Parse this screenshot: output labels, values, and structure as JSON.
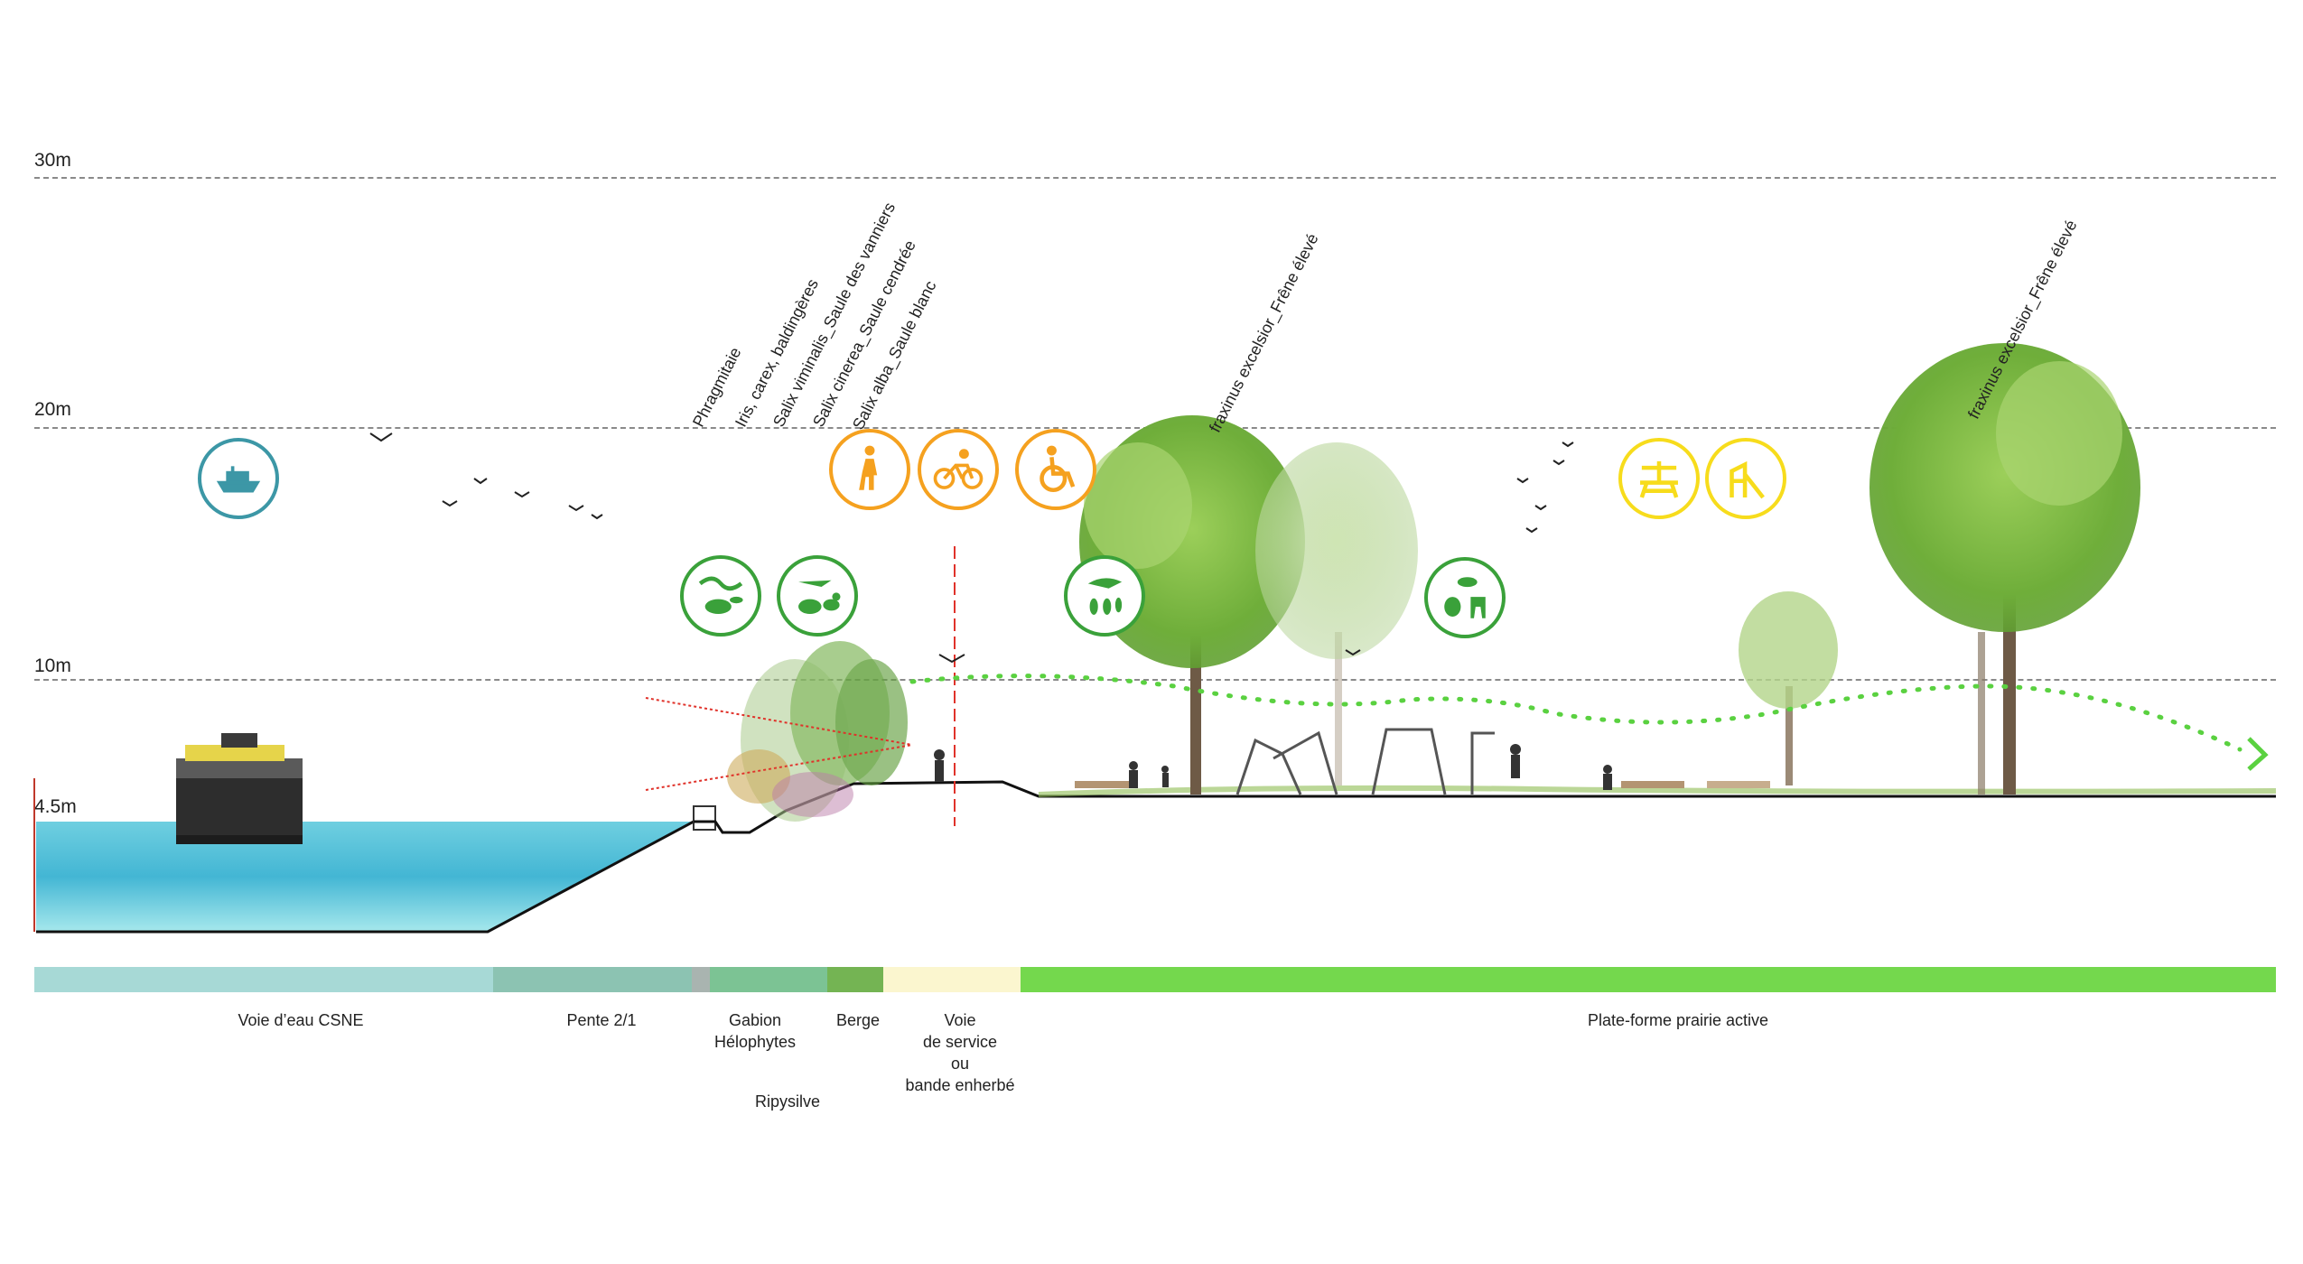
{
  "levels": [
    {
      "label": "30m",
      "value": 30
    },
    {
      "label": "20m",
      "value": 20
    },
    {
      "label": "10m",
      "value": 10
    },
    {
      "label": "4.5m",
      "value": 4.5
    }
  ],
  "zones": [
    {
      "id": "voie-eau",
      "label": "Voie d’eau CSNE",
      "color": "#a7d9d6"
    },
    {
      "id": "pente",
      "label": "Pente 2/1",
      "color": "#8cc3b2"
    },
    {
      "id": "gabion",
      "label": "Gabion",
      "color": "#a9b4b0"
    },
    {
      "id": "helophytes",
      "label": "Hélophytes",
      "color": "#7cc394"
    },
    {
      "id": "berge",
      "label": "Berge",
      "color": "#74b453"
    },
    {
      "id": "voie-service",
      "label": "Voie\nde service\nou\nbande enherbé",
      "color": "#fbf6cf"
    },
    {
      "id": "plateforme",
      "label": "Plate-forme prairie active",
      "color": "#74d84d"
    }
  ],
  "extra_label": "Ripysilve",
  "plant_labels": [
    "Phragmitaie",
    "Iris, carex, baldingères",
    "Salix viminalis_Saule des vanniers",
    "Salix cinerea_Saule cendrée",
    "Salix alba_Saule blanc",
    "fraxinus excelsior_Frêne élevé",
    "fraxinus excelsior_Frêne élevé"
  ],
  "icons": [
    {
      "name": "boat-icon",
      "color": "#3c97a6"
    },
    {
      "name": "pedestrian-icon",
      "color": "#f5a11f"
    },
    {
      "name": "cyclist-icon",
      "color": "#f5a11f"
    },
    {
      "name": "wheelchair-icon",
      "color": "#f5a11f"
    },
    {
      "name": "snake-beaver-fish-icon",
      "color": "#3aa13a"
    },
    {
      "name": "frog-duck-bird-icon",
      "color": "#3aa13a"
    },
    {
      "name": "bird-insects-icon",
      "color": "#3aa13a"
    },
    {
      "name": "squirrel-deer-hare-icon",
      "color": "#3aa13a"
    },
    {
      "name": "picnic-table-icon",
      "color": "#f7dc1c"
    },
    {
      "name": "playground-icon",
      "color": "#f7dc1c"
    }
  ],
  "colors": {
    "water": "#3bb2d2",
    "water_light": "#9fe2ea",
    "ground_line": "#111111",
    "path_dotted": "#5ad140",
    "axis_red": "#e0322a"
  }
}
